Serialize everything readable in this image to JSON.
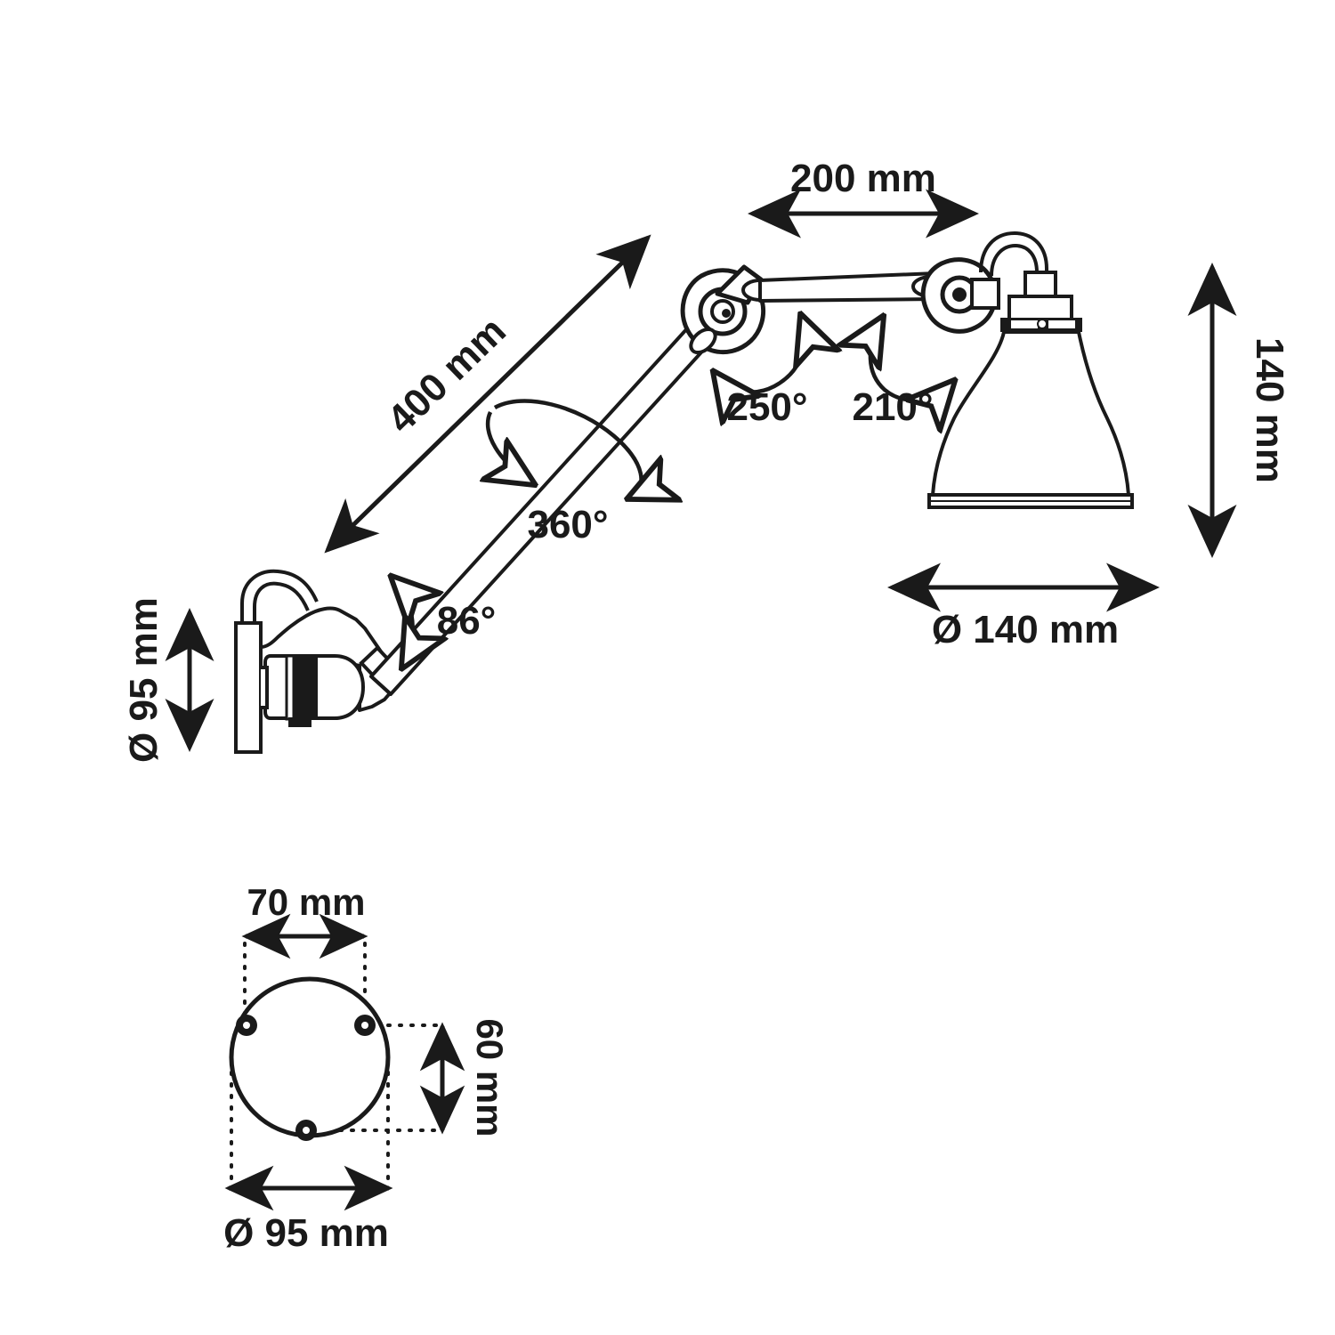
{
  "drawing": {
    "title": "Wall lamp technical dimension drawing",
    "line_color": "#1a1a1a",
    "fill_color": "#ffffff",
    "background": "#ffffff",
    "views": [
      {
        "name": "side-elevation",
        "label": ""
      },
      {
        "name": "wall-plate-plan",
        "label": ""
      }
    ]
  },
  "dimensions": {
    "arm_long": {
      "value": "400 mm",
      "name": "arm-length-400"
    },
    "arm_short": {
      "value": "200 mm",
      "name": "arm-length-200"
    },
    "shade_height": {
      "value": "140 mm",
      "name": "shade-height-140"
    },
    "shade_diameter": {
      "value": "Ø 140 mm",
      "name": "shade-diameter-140"
    },
    "base_diameter_side": {
      "value": "Ø 95 mm",
      "name": "base-diameter-95-side"
    },
    "plate_hole_spacing_h": {
      "value": "70 mm",
      "name": "hole-spacing-70"
    },
    "plate_hole_spacing_v": {
      "value": "60 mm",
      "name": "hole-spacing-60"
    },
    "plate_diameter": {
      "value": "Ø 95 mm",
      "name": "plate-diameter-95"
    }
  },
  "angles": {
    "base_joint": {
      "value": "86°",
      "name": "angle-86"
    },
    "rotation": {
      "value": "360°",
      "name": "angle-360"
    },
    "elbow_joint": {
      "value": "250°",
      "name": "angle-250"
    },
    "shade_joint": {
      "value": "210°",
      "name": "angle-210"
    }
  }
}
